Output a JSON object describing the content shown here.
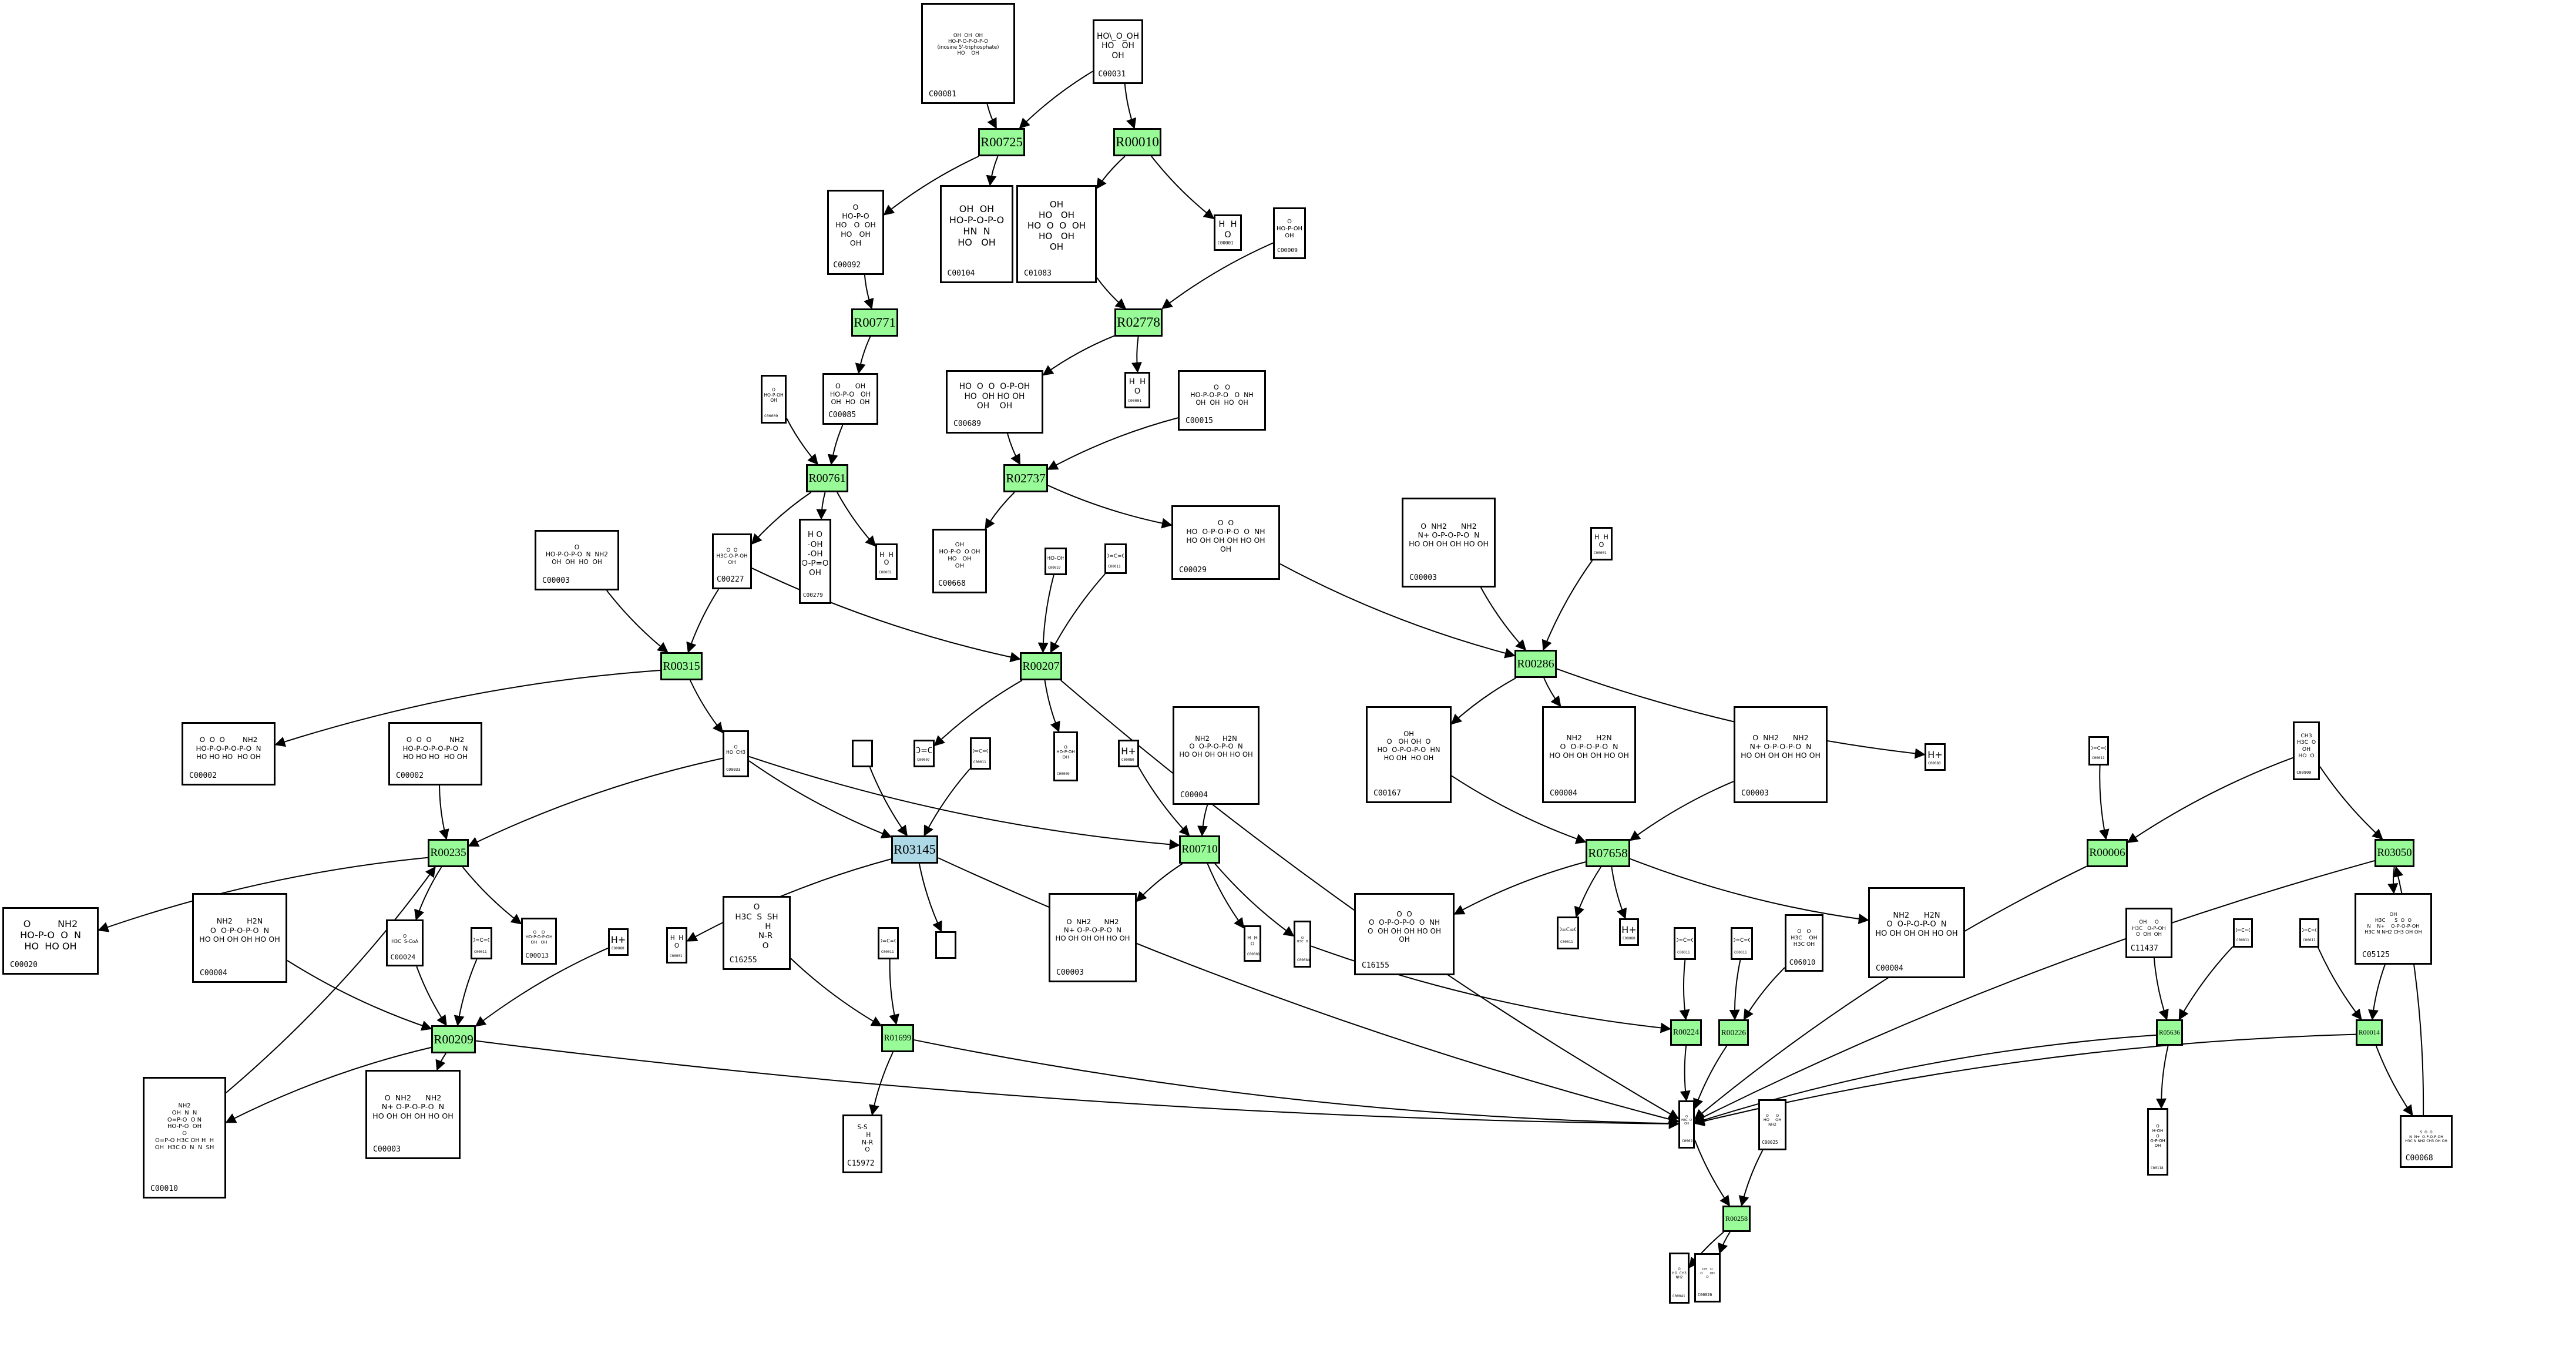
{
  "diagram": {
    "reactions": [
      {
        "id": "R00725",
        "color": "#98fb98"
      },
      {
        "id": "R00010",
        "color": "#98fb98"
      },
      {
        "id": "R00771",
        "color": "#98fb98"
      },
      {
        "id": "R02778",
        "color": "#98fb98"
      },
      {
        "id": "R00761",
        "color": "#98fb98"
      },
      {
        "id": "R02737",
        "color": "#98fb98"
      },
      {
        "id": "R00315",
        "color": "#98fb98"
      },
      {
        "id": "R00207",
        "color": "#98fb98"
      },
      {
        "id": "R00286",
        "color": "#98fb98"
      },
      {
        "id": "R00235",
        "color": "#98fb98"
      },
      {
        "id": "R03145",
        "color": "#add8e6"
      },
      {
        "id": "R00710",
        "color": "#98fb98"
      },
      {
        "id": "R07658",
        "color": "#98fb98"
      },
      {
        "id": "R00006",
        "color": "#98fb98"
      },
      {
        "id": "R03050",
        "color": "#98fb98"
      },
      {
        "id": "R00209",
        "color": "#98fb98"
      },
      {
        "id": "R01699",
        "color": "#98fb98"
      },
      {
        "id": "R00224",
        "color": "#98fb98"
      },
      {
        "id": "R00226",
        "color": "#98fb98"
      },
      {
        "id": "R05636",
        "color": "#98fb98"
      },
      {
        "id": "R00014",
        "color": "#98fb98"
      },
      {
        "id": "R00258",
        "color": "#98fb98"
      }
    ],
    "compounds": [
      {
        "key": "n_c00081",
        "id": "C00081",
        "formula": "OH  OH  OH\nHO-P-O-P-O-P-O\n(inosine 5'-triphosphate)\nHO    OH"
      },
      {
        "key": "n_c00031",
        "id": "C00031",
        "formula": "HO\\_O_OH\nHO   OH\nOH"
      },
      {
        "key": "n_c00092",
        "id": "C00092",
        "formula": "O\nHO-P-O\nHO   O  OH\nHO   OH\nOH"
      },
      {
        "key": "n_c00104",
        "id": "C00104",
        "formula": "OH  OH\nHO-P-O-P-O\nHN  N\nHO   OH"
      },
      {
        "key": "n_c01083",
        "id": "C01083",
        "formula": "OH\nHO   OH\nHO  O  O  OH\nHO   OH\nOH"
      },
      {
        "key": "n_c00001_a",
        "id": "C00001",
        "formula": "H  H\nO"
      },
      {
        "key": "n_c00009_a",
        "id": "C00009",
        "formula": "O\nHO-P-OH\nOH"
      },
      {
        "key": "n_c00009_b",
        "id": "C00009",
        "formula": "O\nHO-P-OH\nOH"
      },
      {
        "key": "n_c00085",
        "id": "C00085",
        "formula": "O       OH\nHO-P-O   OH\nOH  HO  OH"
      },
      {
        "key": "n_c00689",
        "id": "C00689",
        "formula": "HO  O  O  O-P-OH\nHO  OH HO OH\nOH    OH"
      },
      {
        "key": "n_c00001_b",
        "id": "C00001",
        "formula": "H  H\nO"
      },
      {
        "key": "n_c00015",
        "id": "C00015",
        "formula": "O   O\nHO-P-O-P-O   O  NH\nOH  OH  HO  OH"
      },
      {
        "key": "n_c00003_a",
        "id": "C00003",
        "formula": "O\nHO-P-O-P-O  N  NH2\nOH  OH  HO  OH"
      },
      {
        "key": "n_c00227",
        "id": "C00227",
        "formula": "O  O\nH3C-O-P-OH\nOH"
      },
      {
        "key": "n_c00279",
        "id": "C00279",
        "formula": "H O\n-OH\n-OH\nO-P=O\nOH"
      },
      {
        "key": "n_c00001_c",
        "id": "C00001",
        "formula": "H  H\nO"
      },
      {
        "key": "n_c00668",
        "id": "C00668",
        "formula": "OH\nHO-P-O  O OH\nHO   OH\nOH"
      },
      {
        "key": "n_c00027",
        "id": "C00027",
        "formula": "HO-OH"
      },
      {
        "key": "n_c00011_a",
        "id": "C00011",
        "formula": "O=C=O"
      },
      {
        "key": "n_c00029",
        "id": "C00029",
        "formula": "O  O\nHO  O-P-O-P-O  O  NH\nHO OH OH OH HO OH\nOH"
      },
      {
        "key": "n_c00003_b",
        "id": "C00003",
        "formula": "O  NH2      NH2\nN+ O-P-O-P-O  N\nHO OH OH OH HO OH"
      },
      {
        "key": "n_c00001_d",
        "id": "C00001",
        "formula": "H  H\nO"
      },
      {
        "key": "n_c00002_a",
        "id": "C00002",
        "formula": "O  O  O        NH2\nHO-P-O-P-O-P-O  N\nHO HO HO  HO OH"
      },
      {
        "key": "n_c00002_b",
        "id": "C00002",
        "formula": "O  O  O        NH2\nHO-P-O-P-O-P-O  N\nHO HO HO  HO OH"
      },
      {
        "key": "n_c00033",
        "id": "C00033",
        "formula": "O\nHO  CH3"
      },
      {
        "key": "n_empty_a",
        "id": "",
        "formula": ""
      },
      {
        "key": "n_c00007",
        "id": "C00007",
        "formula": "O=O"
      },
      {
        "key": "n_c00011_b",
        "id": "C00011",
        "formula": "O=C=O"
      },
      {
        "key": "n_c00009_c",
        "id": "C00009",
        "formula": "O\nHO-P-OH\nOH"
      },
      {
        "key": "n_c00080_a",
        "id": "C00080",
        "formula": "H+"
      },
      {
        "key": "n_c00004_a",
        "id": "C00004",
        "formula": "NH2      H2N\nO  O-P-O-P-O  N\nHO OH OH OH HO OH"
      },
      {
        "key": "n_c00167",
        "id": "C00167",
        "formula": "OH\nO   OH OH  O\nHO  O-P-O-P-O  HN\nHO OH  HO OH"
      },
      {
        "key": "n_c00004_b",
        "id": "C00004",
        "formula": "NH2      H2N\nO  O-P-O-P-O  N\nHO OH OH OH HO OH"
      },
      {
        "key": "n_c00003_c",
        "id": "C00003",
        "formula": "O  NH2      NH2\nN+ O-P-O-P-O  N\nHO OH OH OH HO OH"
      },
      {
        "key": "n_c00080_b",
        "id": "C00080",
        "formula": "H+"
      },
      {
        "key": "n_c00011_c",
        "id": "C00011",
        "formula": "O=C=O"
      },
      {
        "key": "n_c00900",
        "id": "C00900",
        "formula": "CH3\nH3C  O\nOH\nHO  O"
      },
      {
        "key": "n_c00020",
        "id": "C00020",
        "formula": "O         NH2\nHO-P-O  O  N\nHO  HO OH"
      },
      {
        "key": "n_c00004_c",
        "id": "C00004",
        "formula": "NH2      H2N\nO  O-P-O-P-O  N\nHO OH OH OH HO OH"
      },
      {
        "key": "n_c00024",
        "id": "C00024",
        "formula": "O\nH3C  S-CoA"
      },
      {
        "key": "n_c00011_d",
        "id": "C00011",
        "formula": "O=C=O"
      },
      {
        "key": "n_c00013",
        "id": "C00013",
        "formula": "O    O\nHO-P-O-P-OH\nOH   OH"
      },
      {
        "key": "n_c00080_c",
        "id": "C00080",
        "formula": "H+"
      },
      {
        "key": "n_c00001_e",
        "id": "C00001",
        "formula": "H  H\nO"
      },
      {
        "key": "n_c16255",
        "id": "C16255",
        "formula": "O\nH3C  S  SH\n         H\n       N-R\n       O"
      },
      {
        "key": "n_c00011_e",
        "id": "C00011",
        "formula": "O=C=O"
      },
      {
        "key": "n_empty_b",
        "id": "",
        "formula": ""
      },
      {
        "key": "n_c00003_d",
        "id": "C00003",
        "formula": "O  NH2      NH2\nN+ O-P-O-P-O  N\nHO OH OH OH HO OH"
      },
      {
        "key": "n_c00001_f",
        "id": "C00001",
        "formula": "H  H\nO"
      },
      {
        "key": "n_c00084",
        "id": "C00084",
        "formula": "O\nH3C  H"
      },
      {
        "key": "n_c16155",
        "id": "C16155",
        "formula": "O  O\nO  O-P-O-P-O  O  NH\nO  OH OH OH HO OH\nOH"
      },
      {
        "key": "n_c00011_f",
        "id": "C00011",
        "formula": "O=C=O"
      },
      {
        "key": "n_c00080_d",
        "id": "C00080",
        "formula": "H+"
      },
      {
        "key": "n_c00011_g",
        "id": "C00011",
        "formula": "O=C=O"
      },
      {
        "key": "n_c00011_h",
        "id": "C00011",
        "formula": "O=C=O"
      },
      {
        "key": "n_c06010",
        "id": "C06010",
        "formula": "O   O\nH3C    OH\nH3C OH"
      },
      {
        "key": "n_c00004_d",
        "id": "C00004",
        "formula": "NH2      H2N\nO  O-P-O-P-O  N\nHO OH OH OH HO OH"
      },
      {
        "key": "n_c11437",
        "id": "C11437",
        "formula": "OH     O\nH3C   O-P-OH\nO  OH  OH"
      },
      {
        "key": "n_c00011_i",
        "id": "C00011",
        "formula": "O=C=O"
      },
      {
        "key": "n_c00011_j",
        "id": "C00011",
        "formula": "O=C=O"
      },
      {
        "key": "n_c05125",
        "id": "C05125",
        "formula": "OH\nH3C      S  O  O\nN    N+    O-P-O-P-OH\nH3C N NH2 CH3 OH OH"
      },
      {
        "key": "n_c00010",
        "id": "C00010",
        "formula": "NH2\nOH  N  N\nO=P-O  O N\nHO-P-O  OH\nO\nO=P-O H3C OH H  H\nOH  H3C O  N  N  SH"
      },
      {
        "key": "n_c00003_e",
        "id": "C00003",
        "formula": "O  NH2      NH2\nN+ O-P-O-P-O  N\nHO OH OH OH HO OH"
      },
      {
        "key": "n_c15972",
        "id": "C15972",
        "formula": "S-S\n      H\n     N-R\n     O"
      },
      {
        "key": "n_c00022",
        "id": "C00022",
        "formula": "O\nH3C  O\nOH"
      },
      {
        "key": "n_c00025",
        "id": "C00025",
        "formula": "O      O\nHO     OH\nNH2"
      },
      {
        "key": "n_c00118",
        "id": "C00118",
        "formula": "O\nH-OH\nO\nO-P-OH\nOH"
      },
      {
        "key": "n_c00068",
        "id": "C00068",
        "formula": "S  O  O\nN  N+  O-P-O-P-OH\nH3C N NH2 CH3 OH OH"
      },
      {
        "key": "n_c00041",
        "id": "C00041",
        "formula": "O\nHO  CH3\nNH2"
      },
      {
        "key": "n_c00026",
        "id": "C00026",
        "formula": "OH   O\nO       OH\nO"
      }
    ],
    "edges": [
      [
        "n_c00081",
        "R00725"
      ],
      [
        "n_c00031",
        "R00725"
      ],
      [
        "n_c00031",
        "R00010"
      ],
      [
        "R00725",
        "n_c00092"
      ],
      [
        "R00725",
        "n_c00104"
      ],
      [
        "R00010",
        "n_c01083"
      ],
      [
        "R00010",
        "n_c00001_a"
      ],
      [
        "n_c00092",
        "R00771"
      ],
      [
        "R00771",
        "n_c00085"
      ],
      [
        "n_c01083",
        "R02778"
      ],
      [
        "n_c00009_a",
        "R02778"
      ],
      [
        "R02778",
        "n_c00689"
      ],
      [
        "R02778",
        "n_c00001_b"
      ],
      [
        "n_c00009_b",
        "R00761"
      ],
      [
        "n_c00085",
        "R00761"
      ],
      [
        "R00761",
        "n_c00227"
      ],
      [
        "R00761",
        "n_c00279"
      ],
      [
        "R00761",
        "n_c00001_c"
      ],
      [
        "n_c00689",
        "R02737"
      ],
      [
        "n_c00015",
        "R02737"
      ],
      [
        "R02737",
        "n_c00668"
      ],
      [
        "R02737",
        "n_c00029"
      ],
      [
        "n_c00003_a",
        "R00315"
      ],
      [
        "n_c00227",
        "R00315"
      ],
      [
        "n_c00227",
        "R00207"
      ],
      [
        "n_c00027",
        "R00207"
      ],
      [
        "n_c00011_a",
        "R00207"
      ],
      [
        "n_c00029",
        "R00286"
      ],
      [
        "n_c00003_b",
        "R00286"
      ],
      [
        "n_c00001_d",
        "R00286"
      ],
      [
        "R00315",
        "n_c00002_a"
      ],
      [
        "R00315",
        "n_c00033"
      ],
      [
        "R00207",
        "n_c00007"
      ],
      [
        "R00207",
        "n_c00009_c"
      ],
      [
        "R00286",
        "n_c00167"
      ],
      [
        "R00286",
        "n_c00004_b"
      ],
      [
        "R00286",
        "n_c00080_b"
      ],
      [
        "n_c00002_b",
        "R00235"
      ],
      [
        "n_c00033",
        "R00235"
      ],
      [
        "n_c00010",
        "R00235"
      ],
      [
        "n_c00033",
        "R03145"
      ],
      [
        "n_empty_a",
        "R03145"
      ],
      [
        "n_c00011_b",
        "R03145"
      ],
      [
        "n_c00033",
        "R00710"
      ],
      [
        "n_c00080_a",
        "R00710"
      ],
      [
        "n_c00004_a",
        "R00710"
      ],
      [
        "n_c00167",
        "R07658"
      ],
      [
        "n_c00003_c",
        "R07658"
      ],
      [
        "n_c00011_c",
        "R00006"
      ],
      [
        "n_c00900",
        "R00006"
      ],
      [
        "n_c00900",
        "R03050"
      ],
      [
        "R00235",
        "n_c00020"
      ],
      [
        "R00235",
        "n_c00024"
      ],
      [
        "R00235",
        "n_c00013"
      ],
      [
        "R03145",
        "n_c00001_e"
      ],
      [
        "R03145",
        "n_empty_b"
      ],
      [
        "R00710",
        "n_c00003_d"
      ],
      [
        "R00710",
        "n_c00001_f"
      ],
      [
        "R00710",
        "n_c00084"
      ],
      [
        "R07658",
        "n_c16155"
      ],
      [
        "R07658",
        "n_c00011_f"
      ],
      [
        "R07658",
        "n_c00080_d"
      ],
      [
        "R07658",
        "n_c00004_d"
      ],
      [
        "R03050",
        "n_c05125"
      ],
      [
        "n_c00004_c",
        "R00209"
      ],
      [
        "n_c00024",
        "R00209"
      ],
      [
        "n_c00011_d",
        "R00209"
      ],
      [
        "n_c00080_c",
        "R00209"
      ],
      [
        "R00209",
        "n_c00010"
      ],
      [
        "R00209",
        "n_c00003_e"
      ],
      [
        "n_c16255",
        "R01699"
      ],
      [
        "n_c00011_e",
        "R01699"
      ],
      [
        "R01699",
        "n_c15972"
      ],
      [
        "n_c00084",
        "R00224"
      ],
      [
        "n_c00011_g",
        "R00224"
      ],
      [
        "n_c00011_h",
        "R00226"
      ],
      [
        "n_c06010",
        "R00226"
      ],
      [
        "n_c11437",
        "R05636"
      ],
      [
        "n_c00011_i",
        "R05636"
      ],
      [
        "n_c00011_j",
        "R00014"
      ],
      [
        "n_c05125",
        "R00014"
      ],
      [
        "R05636",
        "n_c00118"
      ],
      [
        "R00014",
        "n_c00068"
      ],
      [
        "n_c00068",
        "R03050"
      ],
      [
        "R00209",
        "n_c00022"
      ],
      [
        "R01699",
        "n_c00022"
      ],
      [
        "R03145",
        "n_c00022"
      ],
      [
        "R00207",
        "n_c00022"
      ],
      [
        "R00224",
        "n_c00022"
      ],
      [
        "R00226",
        "n_c00022"
      ],
      [
        "R00006",
        "n_c00022"
      ],
      [
        "R03050",
        "n_c00022"
      ],
      [
        "R05636",
        "n_c00022"
      ],
      [
        "R00014",
        "n_c00022"
      ],
      [
        "n_c00022",
        "R00258"
      ],
      [
        "n_c00025",
        "R00258"
      ],
      [
        "R00258",
        "n_c00041"
      ],
      [
        "R00258",
        "n_c00026"
      ]
    ]
  }
}
